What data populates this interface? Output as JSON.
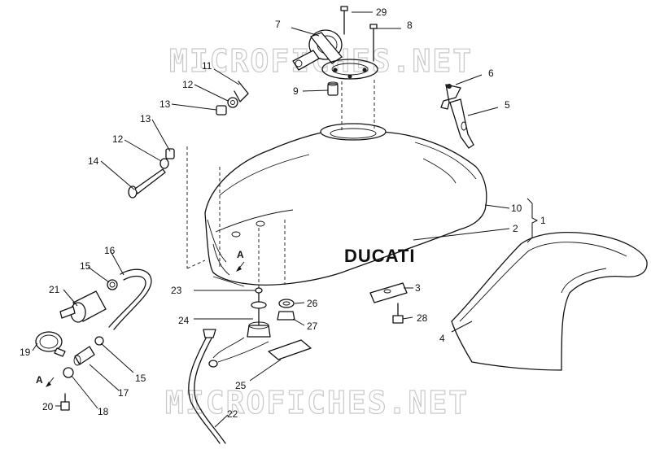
{
  "watermarks": [
    "MICROFICHES.NET",
    "MICROFICHES.NET"
  ],
  "brand_label": "DUCATI",
  "view_marker": "A",
  "callouts": [
    {
      "id": "c1",
      "text": "1"
    },
    {
      "id": "c2",
      "text": "2"
    },
    {
      "id": "c3",
      "text": "3"
    },
    {
      "id": "c4",
      "text": "4"
    },
    {
      "id": "c5",
      "text": "5"
    },
    {
      "id": "c6",
      "text": "6"
    },
    {
      "id": "c7",
      "text": "7"
    },
    {
      "id": "c8",
      "text": "8"
    },
    {
      "id": "c9",
      "text": "9"
    },
    {
      "id": "c10",
      "text": "10"
    },
    {
      "id": "c11",
      "text": "11"
    },
    {
      "id": "c12a",
      "text": "12"
    },
    {
      "id": "c12b",
      "text": "12"
    },
    {
      "id": "c13a",
      "text": "13"
    },
    {
      "id": "c13b",
      "text": "13"
    },
    {
      "id": "c14",
      "text": "14"
    },
    {
      "id": "c15a",
      "text": "15"
    },
    {
      "id": "c15b",
      "text": "15"
    },
    {
      "id": "c16",
      "text": "16"
    },
    {
      "id": "c17",
      "text": "17"
    },
    {
      "id": "c18",
      "text": "18"
    },
    {
      "id": "c19",
      "text": "19"
    },
    {
      "id": "c20",
      "text": "20"
    },
    {
      "id": "c21",
      "text": "21"
    },
    {
      "id": "c22",
      "text": "22"
    },
    {
      "id": "c23",
      "text": "23"
    },
    {
      "id": "c24",
      "text": "24"
    },
    {
      "id": "c25",
      "text": "25"
    },
    {
      "id": "c26",
      "text": "26"
    },
    {
      "id": "c27",
      "text": "27"
    },
    {
      "id": "c28",
      "text": "28"
    },
    {
      "id": "c29",
      "text": "29"
    }
  ]
}
